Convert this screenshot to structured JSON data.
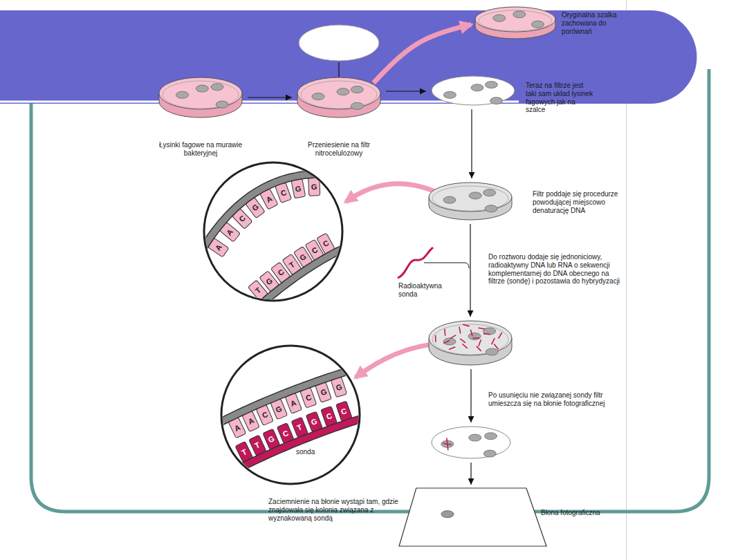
{
  "diagram": {
    "nodes": [
      {
        "text": [
          "Łysinki fagowe na murawie bakteryjnej"
        ]
      },
      {
        "text": [
          "Przeniesienie na filtr nitrocelulozowy"
        ]
      },
      {
        "text": [
          "Oryginalna szalka zachowana do porównań"
        ]
      },
      {
        "text": [
          "Teraz na filtrze jest taki sam układ łysinek fagowych jak na szalce"
        ]
      },
      {
        "text": [
          "Filtr poddaje się procedurze powodującej miejscowo denaturację DNA"
        ]
      },
      {
        "text": [
          "Do roztworu dodaje się jednoniciowy, radioaktywny DNA lub RNA o sekwencji komplementarnej do DNA obecnego na filtrze (sondę) i pozostawia do hybrydyzacji"
        ]
      },
      {
        "text": [
          "Po usunięciu nie związanej sondy filtr umieszcza się na błonie fotograficznej"
        ]
      },
      {
        "text": [
          "Błona fotograficzna",
          "Zaciemnienie na błonie wystąpi tam, gdzie znajdowała się kolonia związana z wyznakowaną sondą"
        ]
      }
    ],
    "edges": [
      {
        "from": 0,
        "to": 1,
        "arrow": "to"
      },
      {
        "from": 1,
        "to": 2,
        "arrow": "to"
      },
      {
        "from": 1,
        "to": 3,
        "arrow": "to"
      },
      {
        "from": 3,
        "to": 4,
        "arrow": "to"
      },
      {
        "from": 4,
        "to": 5,
        "arrow": "to"
      },
      {
        "from": 5,
        "to": 6,
        "arrow": "to"
      },
      {
        "from": 6,
        "to": 7,
        "arrow": "to"
      }
    ],
    "labels": [
      "A",
      "A",
      "C",
      "G",
      "A",
      "C",
      "G",
      "G",
      "T",
      "G",
      "C",
      "T",
      "G",
      "C",
      "C",
      "A",
      "A",
      "C",
      "G",
      "A",
      "C",
      "G",
      "G",
      "T",
      "T",
      "G",
      "C",
      "T",
      "G",
      "C",
      "C",
      "sonda",
      "Radioaktywna sonda"
    ]
  }
}
